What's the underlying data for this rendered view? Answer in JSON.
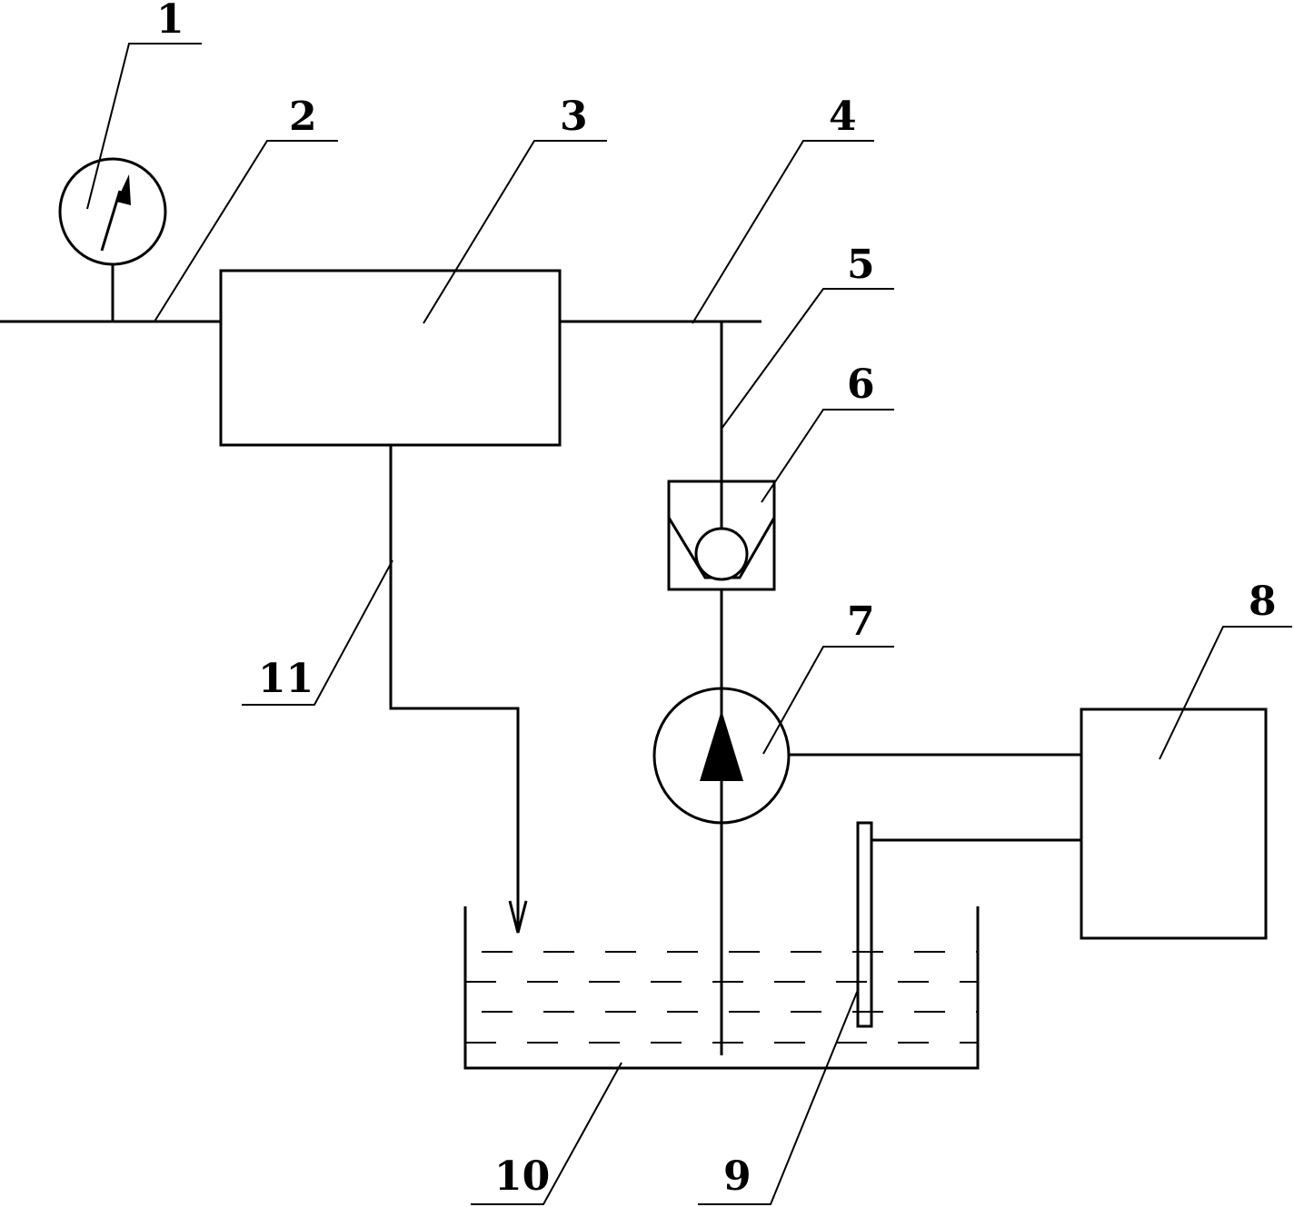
{
  "labels": {
    "n1": "1",
    "n2": "2",
    "n3": "3",
    "n4": "4",
    "n5": "5",
    "n6": "6",
    "n7": "7",
    "n8": "8",
    "n9": "9",
    "n10": "10",
    "n11": "11"
  },
  "colors": {
    "line": "#000000",
    "background": "#ffffff"
  }
}
